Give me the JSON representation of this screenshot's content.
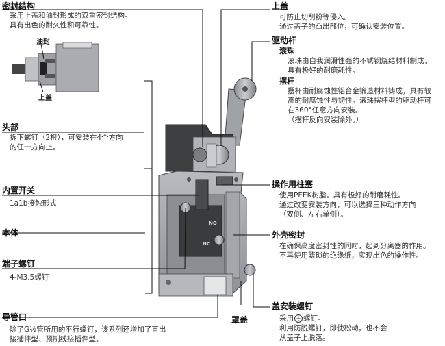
{
  "left": {
    "seal": {
      "title": "密封结构",
      "desc": [
        "采用上盖和油封形成的双重密封结构。",
        "具有出色的耐久性和可靠性。"
      ],
      "inset_labels": {
        "oil_seal": "油封",
        "top_cover": "上盖"
      }
    },
    "head": {
      "title": "头部",
      "desc": [
        "拆下螺钉（2根），可安装在4个方向",
        "的任一方向上。"
      ]
    },
    "switch": {
      "title": "内置开关",
      "desc": [
        "1a1b接触形式"
      ]
    },
    "body": {
      "title": "本体"
    },
    "terminal": {
      "title": "端子螺钉",
      "desc": [
        "4-M3.5螺钉"
      ]
    },
    "conduit": {
      "title": "导管口",
      "desc": [
        "除了G½管所用的平行螺钉，该系列还增加了直出",
        "接插件型、预制线接插件型。"
      ]
    }
  },
  "right": {
    "cover": {
      "title": "上盖",
      "desc": [
        "可防止切削粉等侵入。",
        "通过盖子的凸出部位，可确认安装位置。"
      ]
    },
    "actuator": {
      "title": "驱动杆",
      "roller": {
        "title": "滚珠",
        "desc": [
          "滚珠由自我润滑性强的不锈钢烧结材料制成，",
          "具有极好的耐磨耗性。"
        ]
      },
      "lever": {
        "title": "摆杆",
        "desc": [
          "摆杆由耐腐蚀性铝合金锻造材料铸成，具有较",
          "高的耐腐蚀性与韧性。滚珠摆杆型的驱动杆可",
          "在360°任意方向安装。",
          "（摆杆反向安装除外。）"
        ]
      }
    },
    "plunger": {
      "title": "操作用柱塞",
      "desc": [
        "使用PEEK树脂。具有极好的耐磨耗性。",
        "通过改变安装方向，可以选择三种动作方向",
        "（双侧、左右单侧）。"
      ]
    },
    "housing_seal": {
      "title": "外壳密封",
      "desc": [
        "在确保高度密封性的同时，起到分离器的作用。",
        "不再使用繁琐的绝缘纸，实现出色的操作性。"
      ]
    },
    "cover_screw": {
      "title": "盖安装螺钉",
      "desc_prefix": "采用",
      "ground_symbol": "⏚",
      "desc_suffix": "螺钉。",
      "desc": [
        "利用防脱螺钉，即使松动，也不会",
        "从盖子上脱落。"
      ]
    }
  },
  "bottom": {
    "cover_label": "罩盖"
  },
  "device_marks": {
    "no": "NO",
    "nc": "NC"
  }
}
